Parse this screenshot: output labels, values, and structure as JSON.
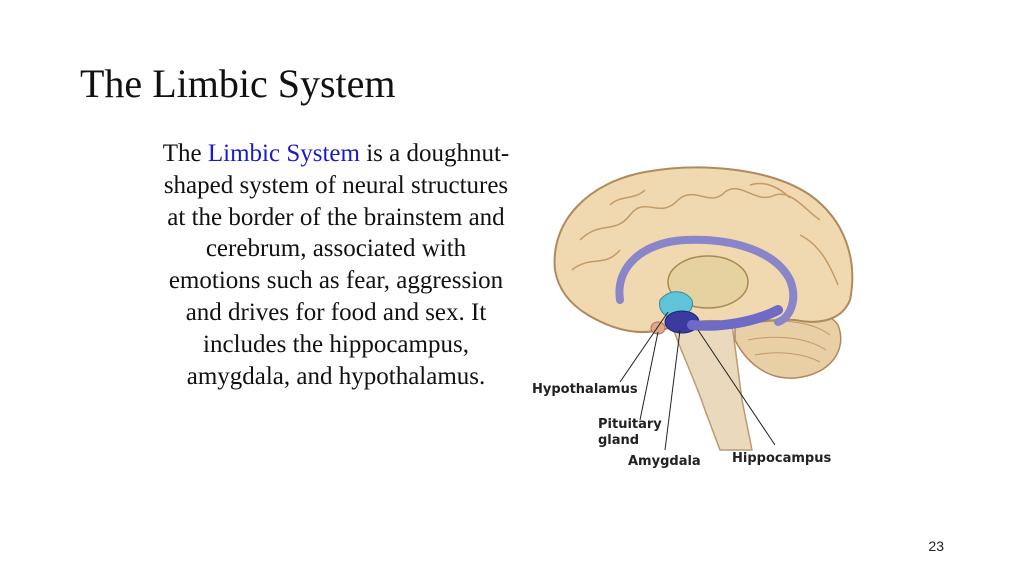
{
  "slide": {
    "title": "The Limbic System",
    "body": {
      "lead": "The",
      "highlight": "Limbic System",
      "rest": "is a doughnut-shaped system of neural structures at the border of the brainstem and cerebrum, associated with emotions such as fear, aggression and drives for food and sex. It includes the hippocampus, amygdala, and hypothalamus."
    },
    "figure": {
      "labels": {
        "hypothalamus": "Hypothalamus",
        "pituitary_line1": "Pituitary",
        "pituitary_line2": "gland",
        "amygdala": "Amygdala",
        "hippocampus": "Hippocampus"
      }
    },
    "page_number": "23",
    "colors": {
      "highlight": "#1a1acc",
      "text": "#111111"
    }
  }
}
